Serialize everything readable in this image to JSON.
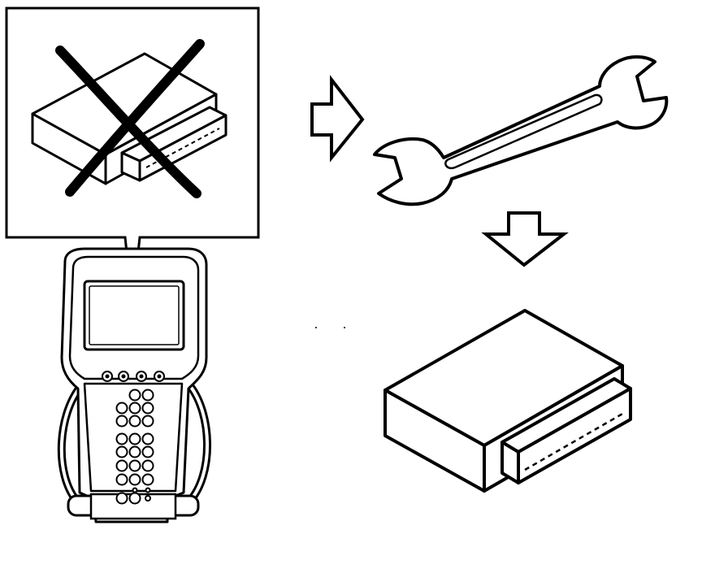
{
  "diagram": {
    "steps": [
      {
        "id": "scan-tool-no-communication",
        "icon": "handheld-scan-tool-with-crossed-out-module"
      },
      {
        "id": "flow-arrow-right",
        "icon": "hollow-arrow-right-icon"
      },
      {
        "id": "repair",
        "icon": "wrench-icon"
      },
      {
        "id": "flow-arrow-down",
        "icon": "hollow-arrow-down-icon"
      },
      {
        "id": "control-module",
        "icon": "control-module-icon"
      }
    ],
    "colors": {
      "ink": "#000000",
      "paper": "#ffffff",
      "screen": "#ffffff"
    }
  }
}
